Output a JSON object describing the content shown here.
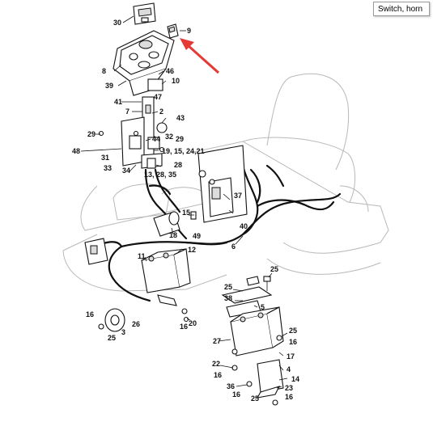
{
  "tooltip": {
    "text": "Switch, horn"
  },
  "arrow_color": "#e53935",
  "callouts": [
    "30",
    "9",
    "8",
    "46",
    "10",
    "39",
    "47",
    "41",
    "7",
    "2",
    "43",
    "29",
    "32",
    "29",
    "44",
    "48",
    "31",
    "19, 15, 24,21",
    "33",
    "34",
    "28",
    "13, 28, 35",
    "37",
    "40",
    "15",
    "18",
    "49",
    "11",
    "6",
    "12",
    "25",
    "25",
    "38",
    "5",
    "16",
    "3",
    "26",
    "16",
    "20",
    "25",
    "27",
    "25",
    "16",
    "17",
    "22",
    "16",
    "4",
    "14",
    "36",
    "23",
    "16",
    "25",
    "16",
    "16",
    "16"
  ]
}
